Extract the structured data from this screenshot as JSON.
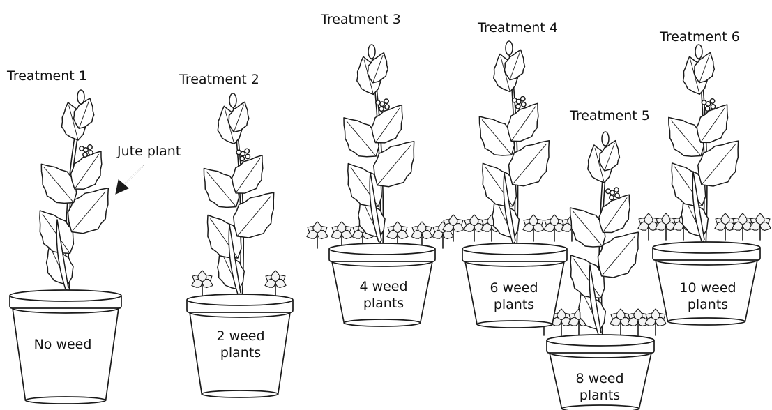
{
  "treatments": [
    {
      "label": "Treatment 1",
      "pot_text_lines": [
        "No weed"
      ],
      "weed_count": 0
    },
    {
      "label": "Treatment 2",
      "pot_text_lines": [
        "2 weed",
        "plants"
      ],
      "weed_count": 2
    },
    {
      "label": "Treatment 3",
      "pot_text_lines": [
        "4 weed",
        "plants"
      ],
      "weed_count": 4
    },
    {
      "label": "Treatment 4",
      "pot_text_lines": [
        "6 weed",
        "plants"
      ],
      "weed_count": 6
    },
    {
      "label": "Treatment 5",
      "pot_text_lines": [
        "8 weed",
        "plants"
      ],
      "weed_count": 8
    },
    {
      "label": "Treatment 6",
      "pot_text_lines": [
        "10 weed",
        "plants"
      ],
      "weed_count": 10
    }
  ],
  "jute_annotation": "Jute plant"
}
